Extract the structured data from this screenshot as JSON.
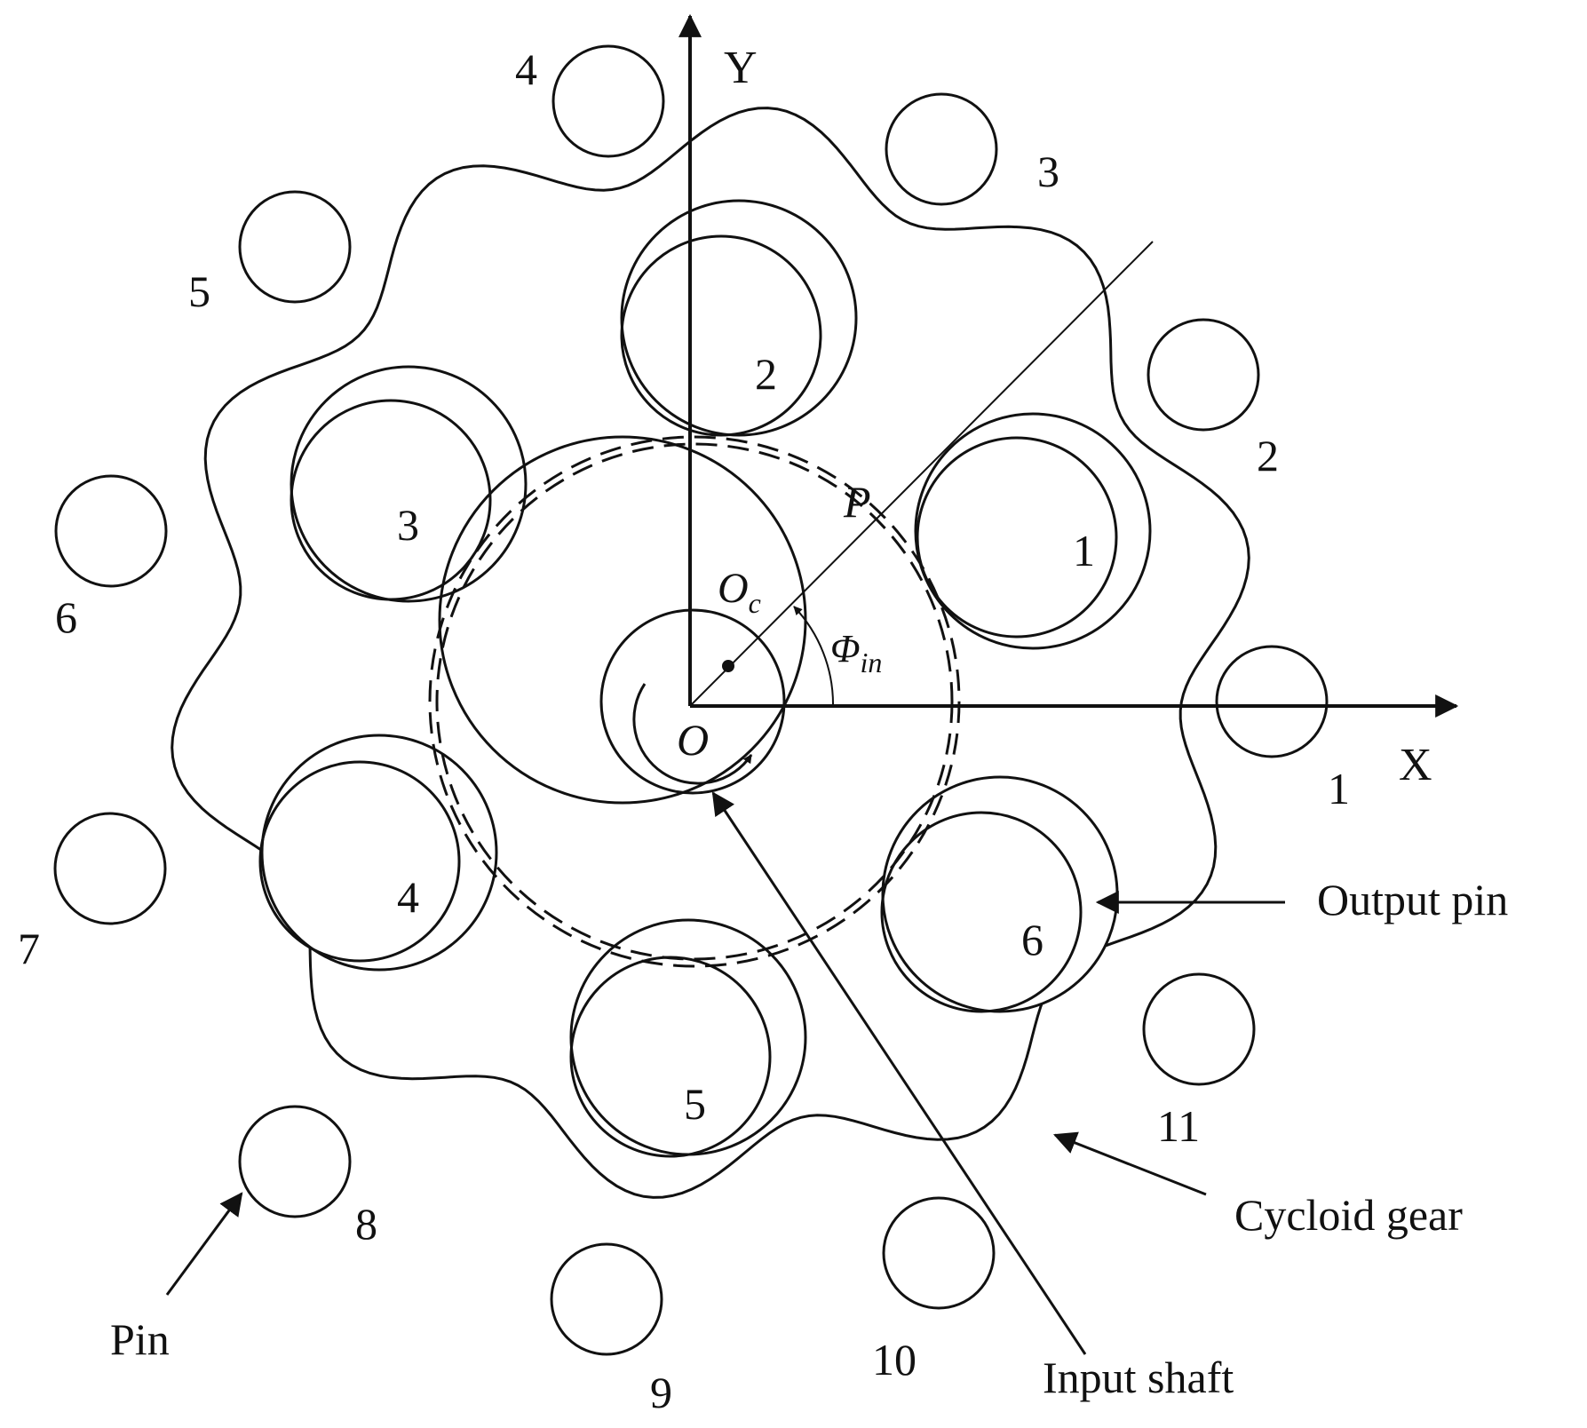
{
  "axes": {
    "x_label": "X",
    "y_label": "Y"
  },
  "points": {
    "origin": "O",
    "eccentric_center": "O",
    "eccentric_center_sub": "c",
    "contact_point": "P"
  },
  "angle": {
    "symbol": "Φ",
    "subscript": "in"
  },
  "pins": [
    {
      "label": "1"
    },
    {
      "label": "2"
    },
    {
      "label": "3"
    },
    {
      "label": "4"
    },
    {
      "label": "5"
    },
    {
      "label": "6"
    },
    {
      "label": "7"
    },
    {
      "label": "8"
    },
    {
      "label": "9"
    },
    {
      "label": "10"
    },
    {
      "label": "11"
    }
  ],
  "output_pins": [
    {
      "label": "1"
    },
    {
      "label": "2"
    },
    {
      "label": "3"
    },
    {
      "label": "4"
    },
    {
      "label": "5"
    },
    {
      "label": "6"
    }
  ],
  "callouts": {
    "output_pin": "Output pin",
    "cycloid_gear": "Cycloid gear",
    "input_shaft": "Input shaft",
    "pin": "Pin"
  },
  "colors": {
    "stroke": "#111111",
    "background": "#ffffff"
  }
}
